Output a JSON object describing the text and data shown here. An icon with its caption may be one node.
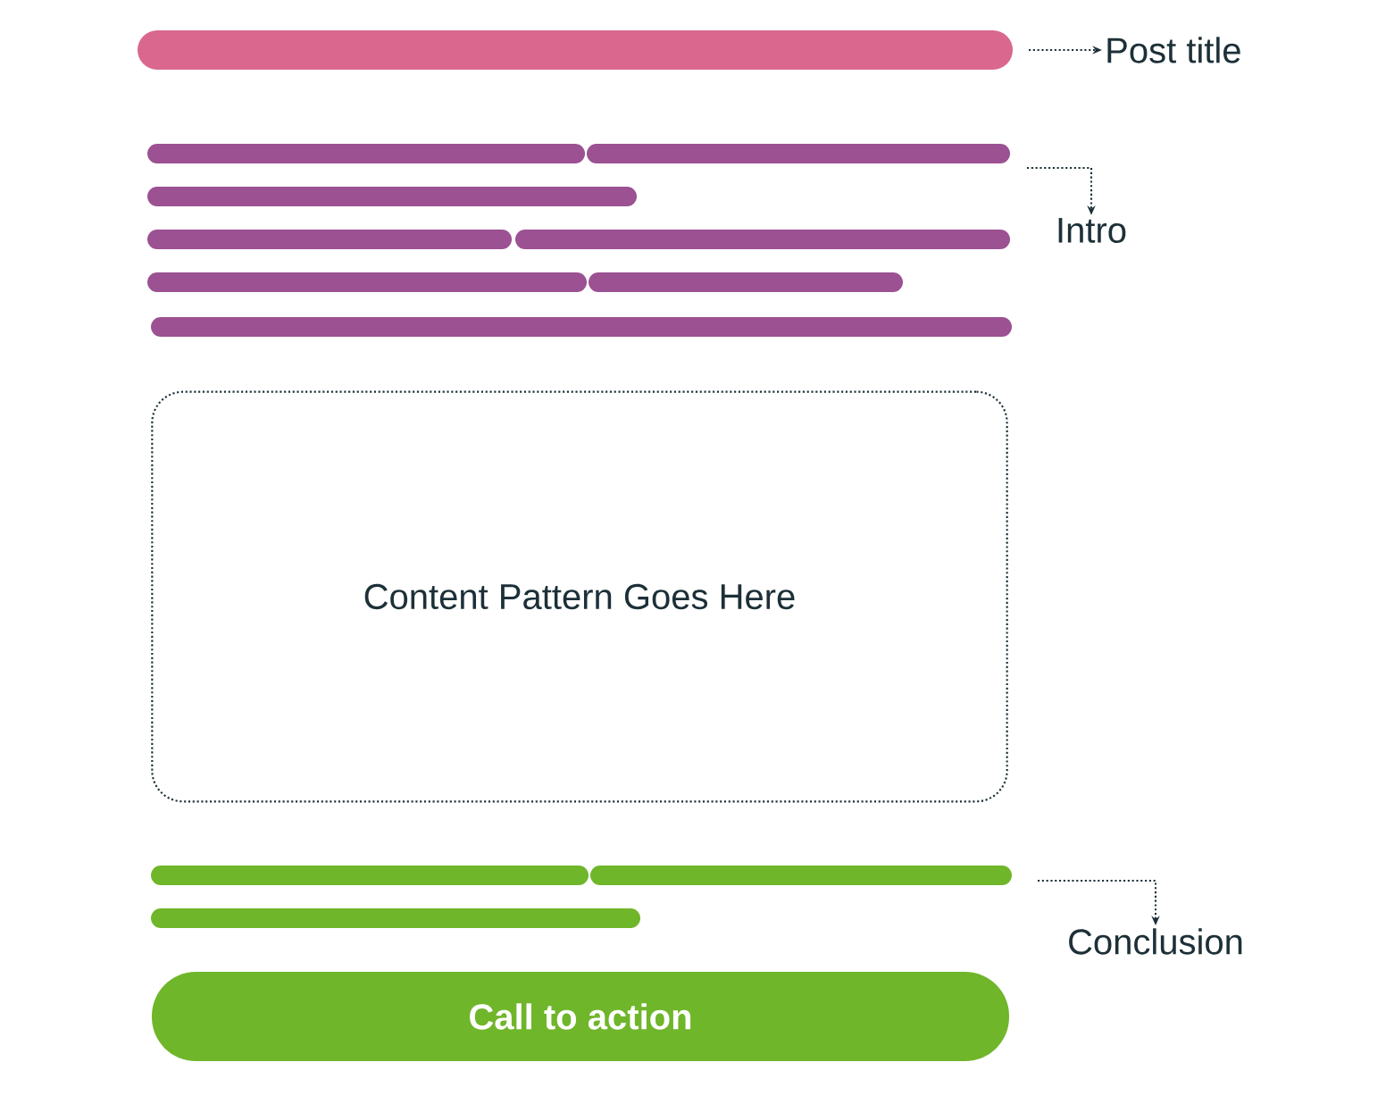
{
  "diagram": {
    "nodes": [
      {
        "text": [
          "Post title"
        ]
      },
      {
        "text": [
          "Intro"
        ]
      },
      {
        "text": [
          "Content Pattern Goes Here"
        ]
      },
      {
        "text": [
          "Conclusion"
        ]
      },
      {
        "text": [
          "Call to action"
        ]
      }
    ],
    "edges": [
      {
        "from": null,
        "to": 0,
        "arrow": "to",
        "style": "dashed"
      },
      {
        "from": null,
        "to": 1,
        "arrow": "to",
        "style": "dashed"
      },
      {
        "from": null,
        "to": 3,
        "arrow": "to",
        "style": "dashed"
      }
    ]
  }
}
